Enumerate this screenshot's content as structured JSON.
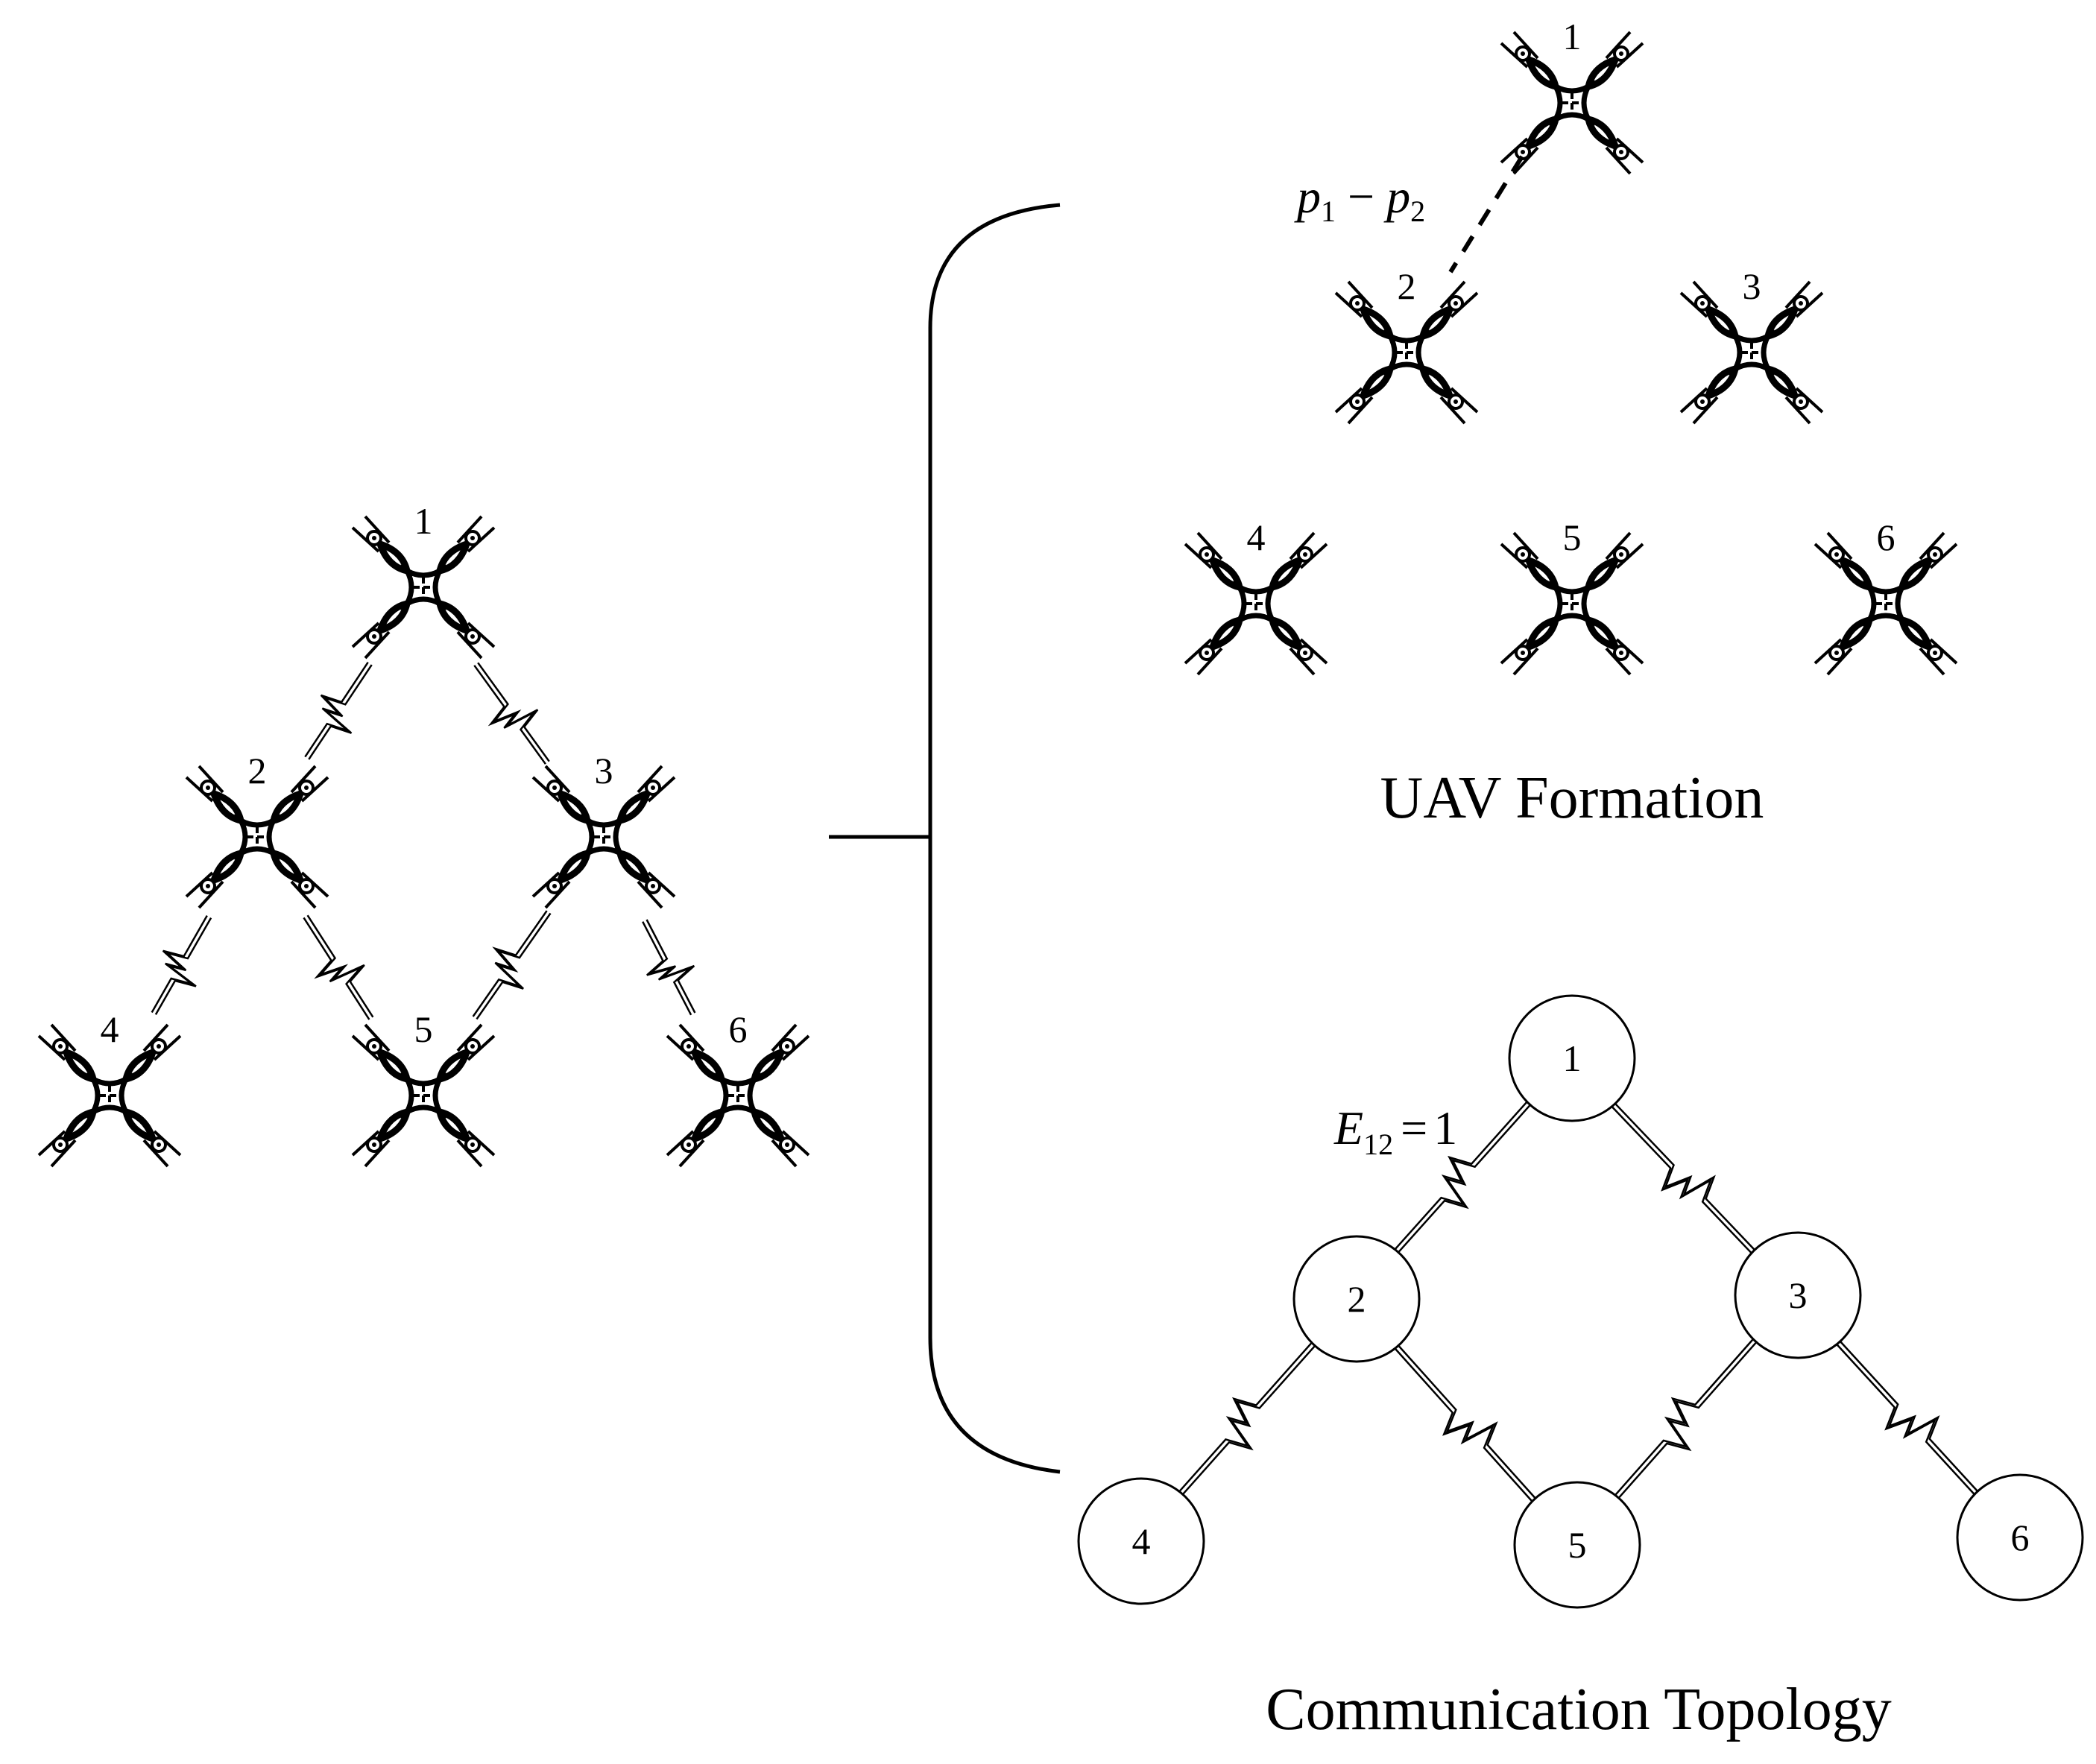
{
  "formation_caption": "UAV Formation",
  "topology_caption": "Communication Topology",
  "relative_position_label": {
    "a": "p",
    "a_sub": "1",
    "op": "−",
    "b": "p",
    "b_sub": "2"
  },
  "edge_weight_label": {
    "sym": "E",
    "sub": "12",
    "op": "=",
    "val": "1"
  },
  "left_drones": [
    "1",
    "2",
    "3",
    "4",
    "5",
    "6"
  ],
  "formation_drones": [
    "1",
    "2",
    "3",
    "4",
    "5",
    "6"
  ],
  "topology_nodes": [
    "1",
    "2",
    "3",
    "4",
    "5",
    "6"
  ],
  "topology_edges": [
    [
      "1",
      "2"
    ],
    [
      "1",
      "3"
    ],
    [
      "2",
      "4"
    ],
    [
      "2",
      "5"
    ],
    [
      "3",
      "5"
    ],
    [
      "3",
      "6"
    ]
  ],
  "left_links": [
    [
      "1",
      "2"
    ],
    [
      "1",
      "3"
    ],
    [
      "2",
      "4"
    ],
    [
      "2",
      "5"
    ],
    [
      "3",
      "5"
    ],
    [
      "3",
      "6"
    ]
  ]
}
